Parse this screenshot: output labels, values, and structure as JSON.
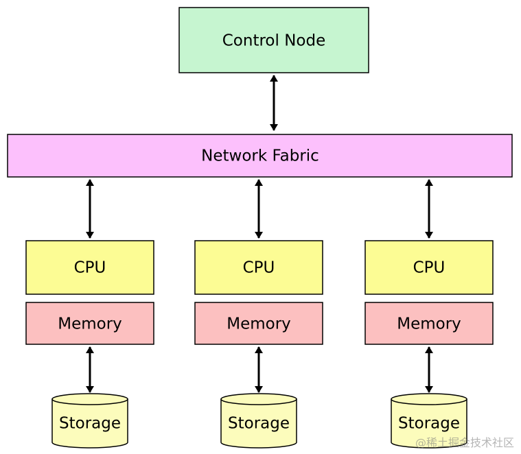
{
  "diagram": {
    "control_node": {
      "label": "Control Node",
      "fill": "#c6f5d0"
    },
    "network_fabric": {
      "label": "Network Fabric",
      "fill": "#fcc0fc"
    },
    "nodes": [
      {
        "cpu_label": "CPU",
        "memory_label": "Memory",
        "storage_label": "Storage"
      },
      {
        "cpu_label": "CPU",
        "memory_label": "Memory",
        "storage_label": "Storage"
      },
      {
        "cpu_label": "CPU",
        "memory_label": "Memory",
        "storage_label": "Storage"
      }
    ],
    "colors": {
      "cpu": "#fcfc94",
      "memory": "#fcc0c0",
      "storage": "#fcfcbc",
      "stroke": "#000000",
      "arrow": "#000000"
    }
  },
  "watermark": "@稀土掘金技术社区"
}
